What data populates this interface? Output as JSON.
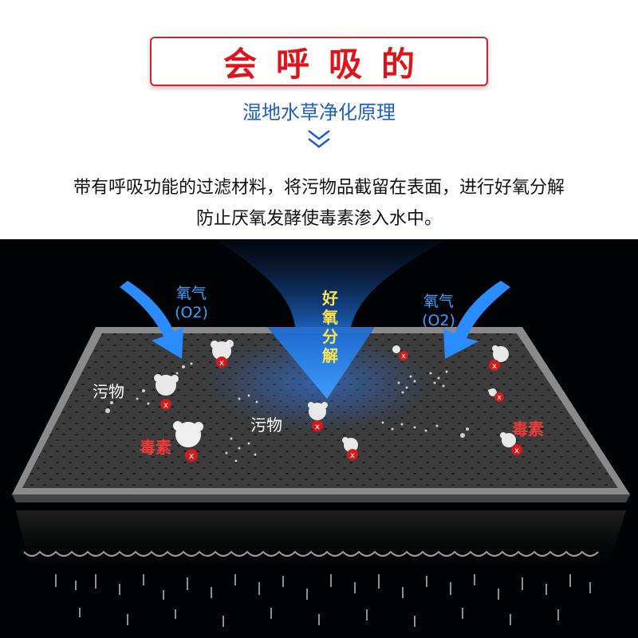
{
  "header": {
    "title": "会呼吸的",
    "subtitle": "湿地水草净化原理",
    "description_line1": "带有呼吸功能的过滤材料，将污物品截留在表面，进行好氧分解",
    "description_line2": "防止厌氧发酵使毒素渗入水中。"
  },
  "scene": {
    "oxygen_left": "氧气",
    "o2_left": "(O2)",
    "oxygen_right": "氧气",
    "o2_right": "(O2)",
    "aerobic_chars": [
      "好",
      "氧",
      "分",
      "解"
    ],
    "pollutant_left": "污物",
    "pollutant_center": "污物",
    "toxin_left": "毒素",
    "toxin_right": "毒素"
  },
  "colors": {
    "title_red": "#e1131a",
    "subtitle_blue": "#1d5fc6",
    "arrow_blue": "#2b8cff",
    "label_yellow": "#ffe44a",
    "toxin_red": "#f23a3a"
  }
}
